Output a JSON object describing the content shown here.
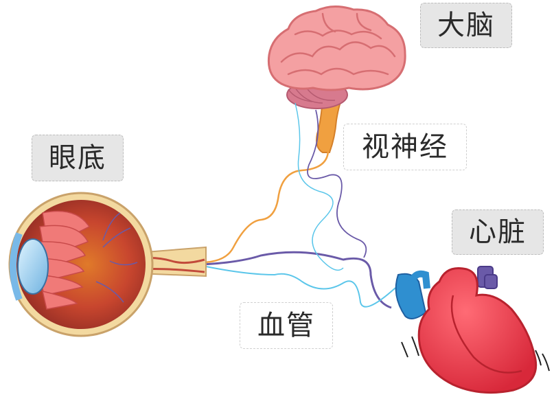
{
  "labels": {
    "brain": "大脑",
    "fundus": "眼底",
    "optic_nerve": "视神经",
    "heart": "心脏",
    "blood_vessel": "血管"
  },
  "colors": {
    "brain": "#f2a6a6",
    "optic_nerve": "#f0a040",
    "blood_vessel": "#5bc6ea",
    "nerve_purple": "#6a5aa8",
    "heart": "#e8434f",
    "eye": "#c24a3a"
  }
}
